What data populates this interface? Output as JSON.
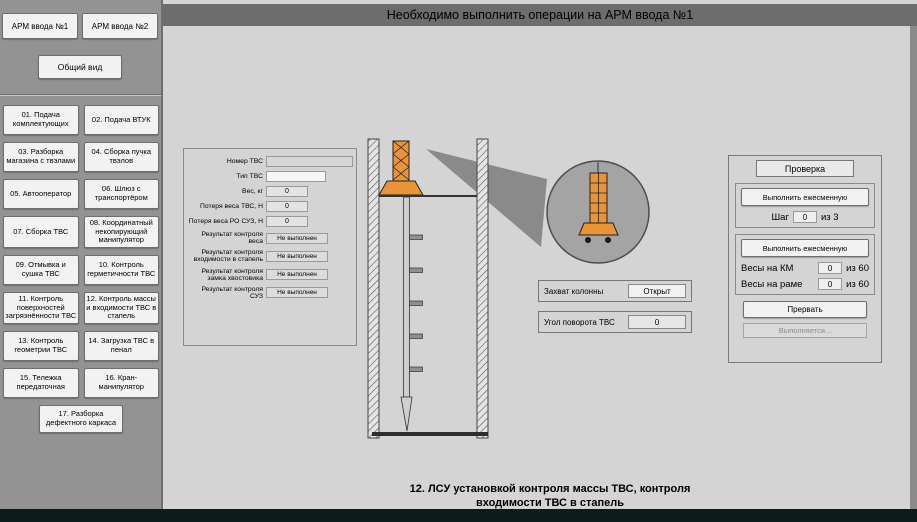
{
  "header": {
    "title": "Необходимо выполнить операции на АРМ ввода №1"
  },
  "sidebar": {
    "arm1": "АРМ ввода №1",
    "arm2": "АРМ ввода №2",
    "overview": "Общий вид",
    "items": [
      {
        "label": "01. Подача комплектующих"
      },
      {
        "label": "02. Подача ВТУК"
      },
      {
        "label": "03. Разборка магазина с твэлами"
      },
      {
        "label": "04. Сборка пучка твэлов"
      },
      {
        "label": "05. Автооператор"
      },
      {
        "label": "06. Шлюз с транспортёром"
      },
      {
        "label": "07. Сборка ТВС"
      },
      {
        "label": "08. Координатный некопирующий манипулятор"
      },
      {
        "label": "09. Отмывка и сушка ТВС"
      },
      {
        "label": "10. Контроль герметичности ТВС"
      },
      {
        "label": "11. Контроль поверхностей загрязнённости ТВС"
      },
      {
        "label": "12. Контроль массы и входимости ТВС в стапель"
      },
      {
        "label": "13. Контроль геометрии ТВС"
      },
      {
        "label": "14. Загрузка ТВС в пенал"
      },
      {
        "label": "15. Тележка передаточная"
      },
      {
        "label": "16. Кран-манипулятор"
      },
      {
        "label": "17. Разборка дефектного каркаса"
      }
    ]
  },
  "form": {
    "fields": [
      {
        "label": "Номер ТВС",
        "value": ""
      },
      {
        "label": "Тип ТВС",
        "value": ""
      },
      {
        "label": "Вес, кг",
        "value": "0"
      },
      {
        "label": "Потеря веса ТВС, Н",
        "value": "0"
      },
      {
        "label": "Потеря веса РО СУЗ, Н",
        "value": "0"
      },
      {
        "label": "Результат контроля веса",
        "value": "Не выполнен"
      },
      {
        "label": "Результат контроля входимости в стапель",
        "value": "Не выполнен"
      },
      {
        "label": "Результат контроля замка хвостовика",
        "value": "Не выполнен"
      },
      {
        "label": "Результат контроля СУЗ",
        "value": "Не выполнен"
      }
    ]
  },
  "status_boxes": {
    "grip_label": "Захват колонны",
    "grip_value": "Открыт",
    "angle_label": "Угол поворота ТВС",
    "angle_value": "0"
  },
  "check_panel": {
    "title": "Проверка",
    "shift_button_1": "Выполнить ежесменную",
    "step_label": "Шаг",
    "step_value": "0",
    "step_total": "из 3",
    "shift_button_2": "Выполнить ежесменную",
    "scales_km_label": "Весы на КМ",
    "scales_km_value": "0",
    "scales_km_total": "из 60",
    "scales_frame_label": "Весы на раме",
    "scales_frame_value": "0",
    "scales_frame_total": "из 60",
    "abort_button": "Прервать",
    "progress_label": "Выполняется..."
  },
  "caption": {
    "line1": "12. ЛСУ установкой контроля массы ТВС, контроля",
    "line2": "входимости ТВС в стапель"
  },
  "colors": {
    "accent_orange": "#e8943a",
    "header_gray": "#6d6d6d",
    "sidebar_gray": "#939393"
  }
}
